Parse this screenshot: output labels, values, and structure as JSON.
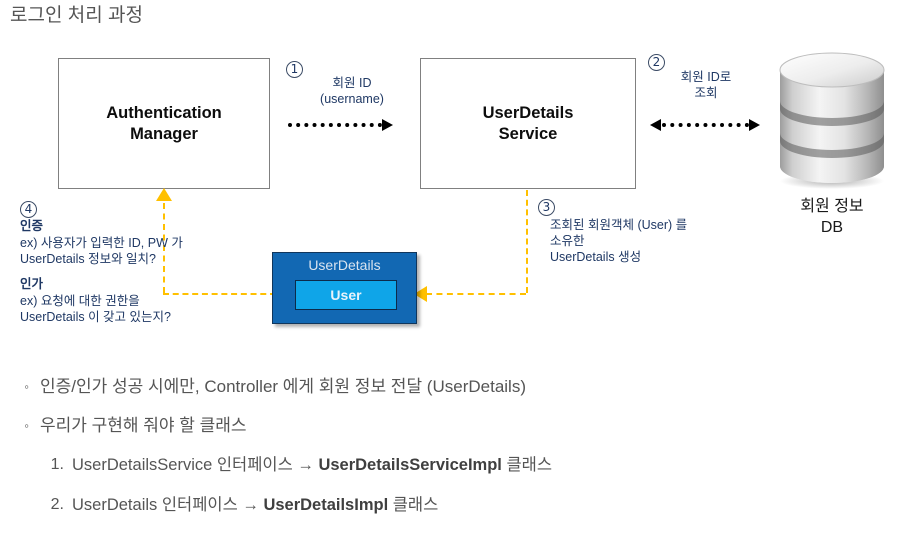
{
  "page": {
    "title": "로그인 처리 과정"
  },
  "colors": {
    "orange_flow": "#FFC000",
    "step_text": "#1F3864",
    "userdetails_box": "#1268B3",
    "user_box": "#0FA5E8",
    "body_text": "#555555",
    "box_border": "#808080"
  },
  "diagram": {
    "boxes": [
      {
        "id": "authentication-manager",
        "label": "Authentication\nManager"
      },
      {
        "id": "userdetails-service",
        "label": "UserDetails\nService"
      }
    ],
    "database": {
      "label": "회원 정보\nDB"
    },
    "object_box": {
      "title": "UserDetails",
      "inner_label": "User"
    },
    "steps": [
      {
        "number": "1",
        "text": "회원 ID\n(username)",
        "arrow": "right-dotted"
      },
      {
        "number": "2",
        "text": "회원 ID로\n조회",
        "arrow": "bidirectional-dotted"
      },
      {
        "number": "3",
        "text": "조회된 회원객체 (User) 를\n소유한\nUserDetails 생성",
        "arrow": "orange-dashed"
      },
      {
        "number": "4",
        "blocks": [
          {
            "heading": "인증",
            "body": "ex) 사용자가 입력한 ID, PW 가\n      UserDetails 정보와 일치?"
          },
          {
            "heading": "인가",
            "body": "ex) 요청에 대한 권한을\nUserDetails 이 갖고 있는지?"
          }
        ]
      }
    ]
  },
  "notes": {
    "bullets": [
      {
        "marker": "◦",
        "text": "인증/인가 성공 시에만, Controller 에게 회원 정보 전달 (UserDetails)"
      },
      {
        "marker": "◦",
        "text": "우리가 구현해 줘야 할 클래스"
      }
    ],
    "sub_items": [
      {
        "marker": "1.",
        "prefix": "UserDetailsService 인터페이스 → ",
        "bold": "UserDetailsServiceImpl",
        "suffix": " 클래스"
      },
      {
        "marker": "2.",
        "prefix": "UserDetails 인터페이스 → ",
        "bold": "UserDetailsImpl",
        "suffix": " 클래스"
      }
    ]
  }
}
